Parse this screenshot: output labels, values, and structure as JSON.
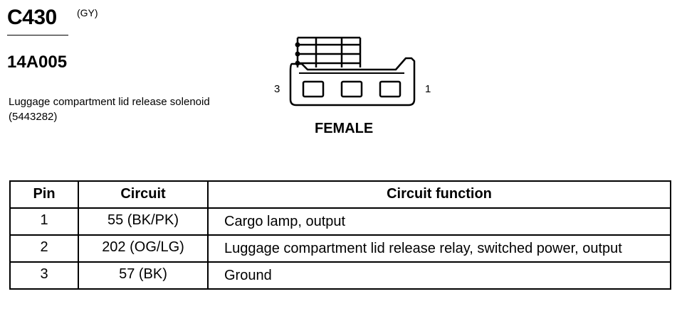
{
  "connector": {
    "id": "C430",
    "color": "(GY)",
    "part_number": "14A005",
    "description": "Luggage compartment lid release solenoid (5443282)"
  },
  "diagram": {
    "pin_left": "3",
    "pin_right": "1",
    "gender": "FEMALE"
  },
  "table": {
    "headers": {
      "pin": "Pin",
      "circuit": "Circuit",
      "function": "Circuit function"
    },
    "rows": [
      {
        "pin": "1",
        "circuit": "55 (BK/PK)",
        "function": "Cargo lamp, output"
      },
      {
        "pin": "2",
        "circuit": "202 (OG/LG)",
        "function": "Luggage compartment lid release relay, switched power, output"
      },
      {
        "pin": "3",
        "circuit": "57 (BK)",
        "function": "Ground"
      }
    ]
  }
}
